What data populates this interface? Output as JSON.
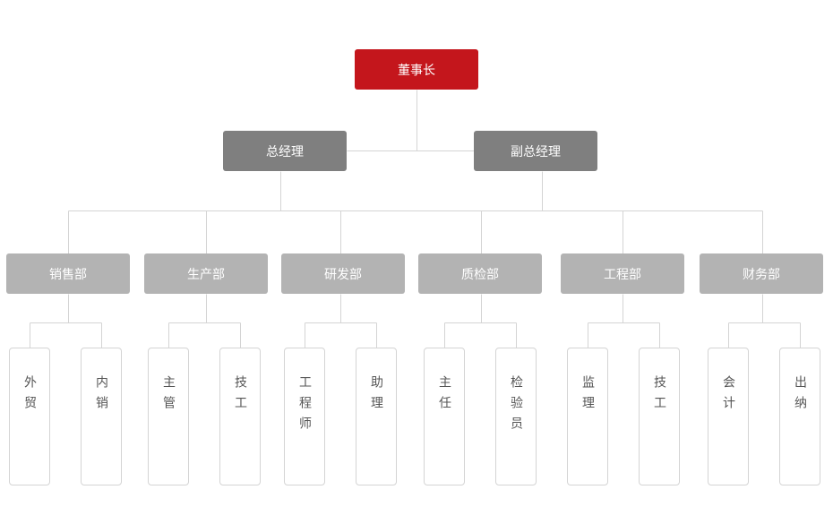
{
  "chairman": "董事长",
  "managers": [
    "总经理",
    "副总经理"
  ],
  "departments": [
    {
      "name": "销售部",
      "roles": [
        "外贸",
        "内销"
      ]
    },
    {
      "name": "生产部",
      "roles": [
        "主管",
        "技工"
      ]
    },
    {
      "name": "研发部",
      "roles": [
        "工程师",
        "助理"
      ]
    },
    {
      "name": "质检部",
      "roles": [
        "主任",
        "检验员"
      ]
    },
    {
      "name": "工程部",
      "roles": [
        "监理",
        "技工"
      ]
    },
    {
      "name": "财务部",
      "roles": [
        "会计",
        "出纳"
      ]
    }
  ],
  "colors": {
    "chairman": "#c4161c",
    "manager": "#7f7f7f",
    "department": "#b3b3b3",
    "connector": "#d4d4d4",
    "leaf_text": "#555555"
  }
}
